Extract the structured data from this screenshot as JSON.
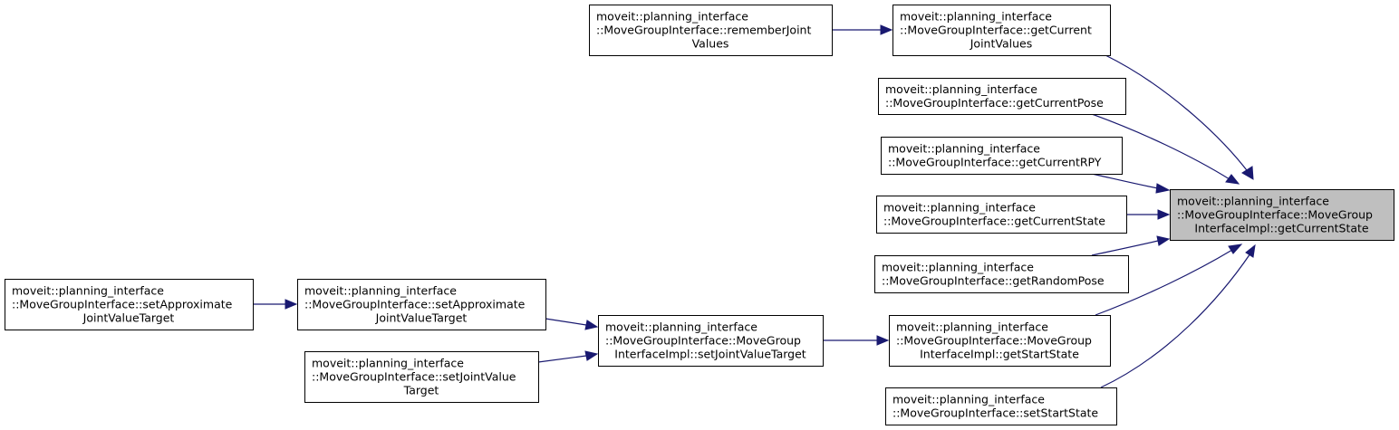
{
  "graph": {
    "nodes": {
      "getCurrentStateImpl": {
        "lines": [
          "moveit::planning_interface",
          "::MoveGroupInterface::MoveGroup",
          "InterfaceImpl::getCurrentState"
        ]
      },
      "getCurrentJointValues": {
        "lines": [
          "moveit::planning_interface",
          "::MoveGroupInterface::getCurrent",
          "JointValues"
        ]
      },
      "rememberJointValues": {
        "lines": [
          "moveit::planning_interface",
          "::MoveGroupInterface::rememberJoint",
          "Values"
        ]
      },
      "getCurrentPose": {
        "lines": [
          "moveit::planning_interface",
          "::MoveGroupInterface::getCurrentPose"
        ]
      },
      "getCurrentRPY": {
        "lines": [
          "moveit::planning_interface",
          "::MoveGroupInterface::getCurrentRPY"
        ]
      },
      "getCurrentState": {
        "lines": [
          "moveit::planning_interface",
          "::MoveGroupInterface::getCurrentState"
        ]
      },
      "getRandomPose": {
        "lines": [
          "moveit::planning_interface",
          "::MoveGroupInterface::getRandomPose"
        ]
      },
      "getStartStateImpl": {
        "lines": [
          "moveit::planning_interface",
          "::MoveGroupInterface::MoveGroup",
          "InterfaceImpl::getStartState"
        ]
      },
      "setStartState": {
        "lines": [
          "moveit::planning_interface",
          "::MoveGroupInterface::setStartState"
        ]
      },
      "setJointValueTargetImpl": {
        "lines": [
          "moveit::planning_interface",
          "::MoveGroupInterface::MoveGroup",
          "InterfaceImpl::setJointValueTarget"
        ]
      },
      "setApproximateJointValueTarget1": {
        "lines": [
          "moveit::planning_interface",
          "::MoveGroupInterface::setApproximate",
          "JointValueTarget"
        ]
      },
      "setApproximateJointValueTarget2": {
        "lines": [
          "moveit::planning_interface",
          "::MoveGroupInterface::setApproximate",
          "JointValueTarget"
        ]
      },
      "setJointValueTarget": {
        "lines": [
          "moveit::planning_interface",
          "::MoveGroupInterface::setJointValue",
          "Target"
        ]
      }
    }
  }
}
